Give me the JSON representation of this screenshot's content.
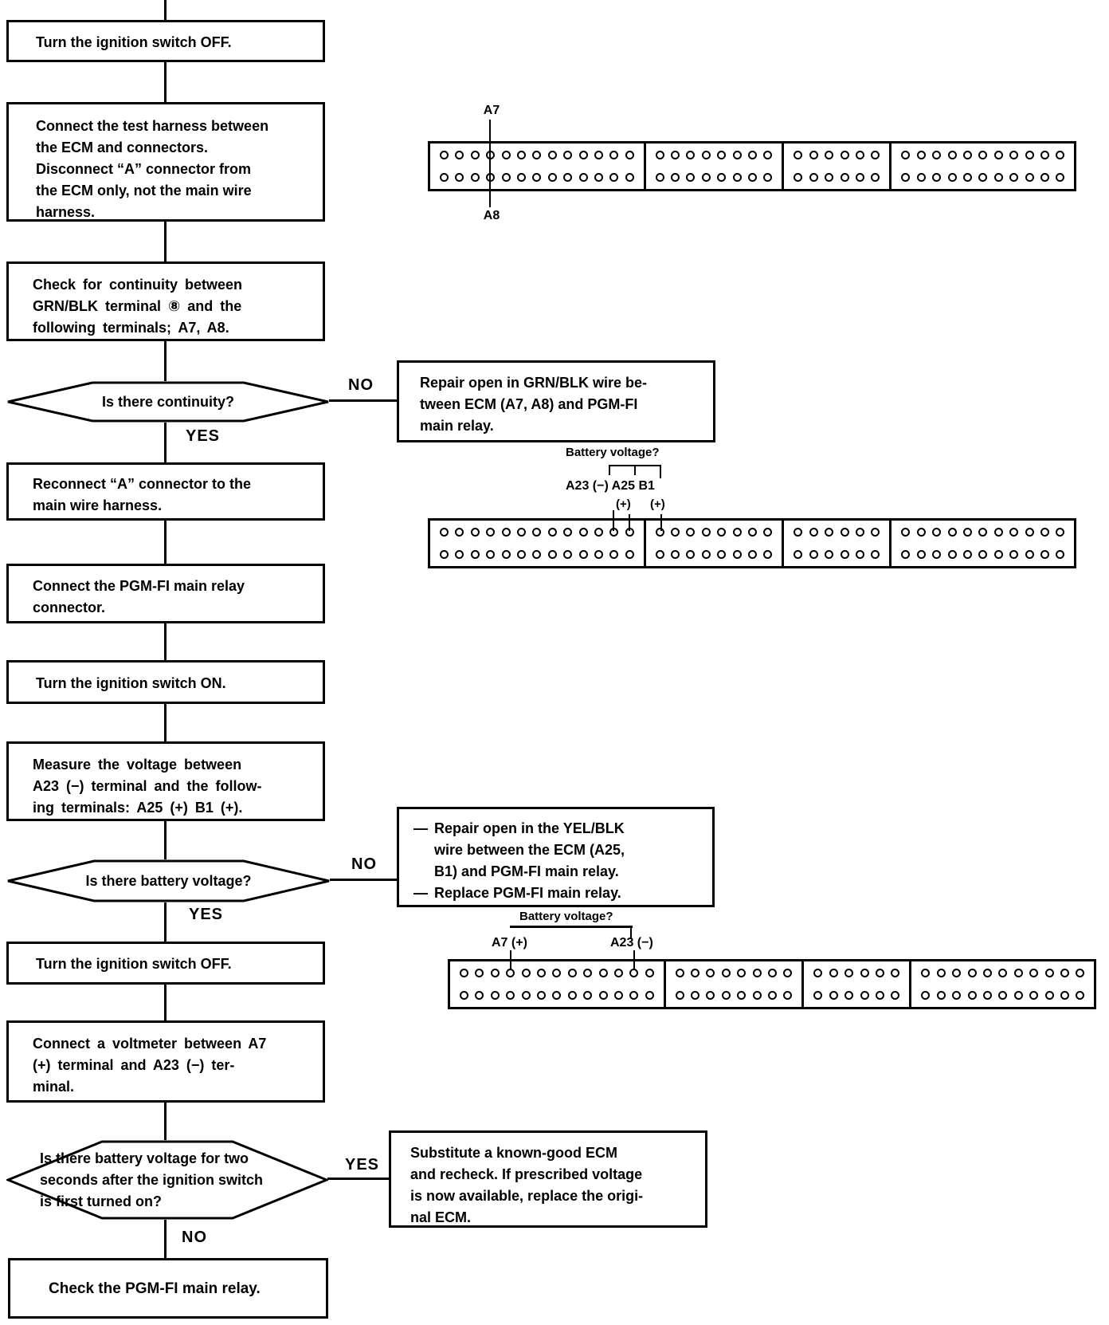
{
  "flowchart": {
    "steps": {
      "s1": "Turn the ignition switch OFF.",
      "s2": "Connect the test harness between\nthe ECM and connectors.\nDisconnect “A” connector from\nthe ECM only, not the main wire\nharness.",
      "s3": "Check for continuity between\nGRN/BLK terminal ⑧ and the\nfollowing terminals; A7, A8.",
      "s4": "Reconnect “A” connector to the\nmain wire harness.",
      "s5": "Connect the PGM-FI main relay\nconnector.",
      "s6": "Turn the ignition switch ON.",
      "s7": "Measure the voltage between\nA23 (−) terminal and the follow-\ning terminals: A25 (+) B1 (+).",
      "s8": "Turn the ignition switch OFF.",
      "s9": "Connect a voltmeter between A7\n(+) terminal and A23 (−) ter-\nminal.",
      "s10": "Check the PGM-FI main relay."
    },
    "decisions": {
      "d1": "Is there continuity?",
      "d2": "Is there battery voltage?",
      "d3": "Is there battery voltage for two\nseconds after the ignition switch\nis first turned on?"
    },
    "branch_labels": {
      "yes": "YES",
      "no": "NO"
    },
    "results": {
      "r1": "Repair open in GRN/BLK wire be-\ntween ECM (A7, A8) and PGM-FI\nmain relay.",
      "r2": {
        "dash": "—",
        "items": [
          "Repair open in the YEL/BLK\nwire between the ECM (A25,\nB1) and PGM-FI main relay.",
          "Replace PGM-FI main relay."
        ]
      },
      "r3": "Substitute a known-good ECM\nand recheck. If prescribed voltage\nis now available, replace the origi-\nnal ECM."
    }
  },
  "connector_diagrams": {
    "sections_pin_columns": [
      13,
      8,
      6,
      11
    ],
    "rows_per_section": 2,
    "top": {
      "pin_above": "A7",
      "pin_below": "A8"
    },
    "middle": {
      "caption": "Battery voltage?",
      "pin_labels": "A23 (−) A25 B1",
      "plus_left": "(+)",
      "plus_right": "(+)"
    },
    "bottom": {
      "caption": "Battery voltage?",
      "pin_left": "A7 (+)",
      "pin_right": "A23 (−)"
    }
  }
}
